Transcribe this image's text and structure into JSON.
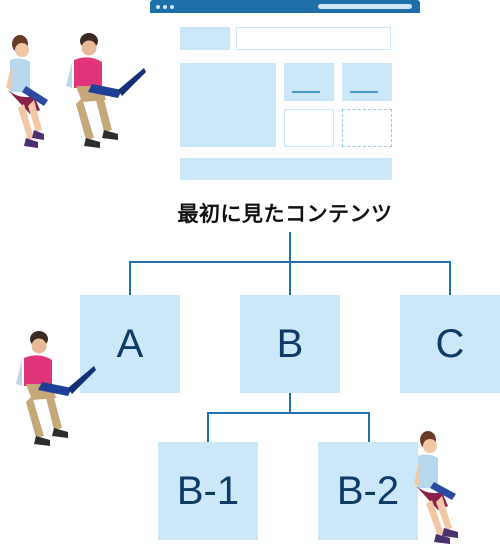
{
  "diagram": {
    "title": "最初に見たコンテンツ",
    "nodes": {
      "a": "A",
      "b": "B",
      "c": "C",
      "b1": "B-1",
      "b2": "B-2"
    }
  },
  "colors": {
    "node_fill": "#cce8f8",
    "node_text": "#0f3a66",
    "connector": "#1f72ad",
    "browser_bar": "#1e6fa8"
  },
  "icons": [
    "woman-with-laptop-illustration",
    "man-with-laptop-illustration",
    "browser-window-mockup"
  ]
}
